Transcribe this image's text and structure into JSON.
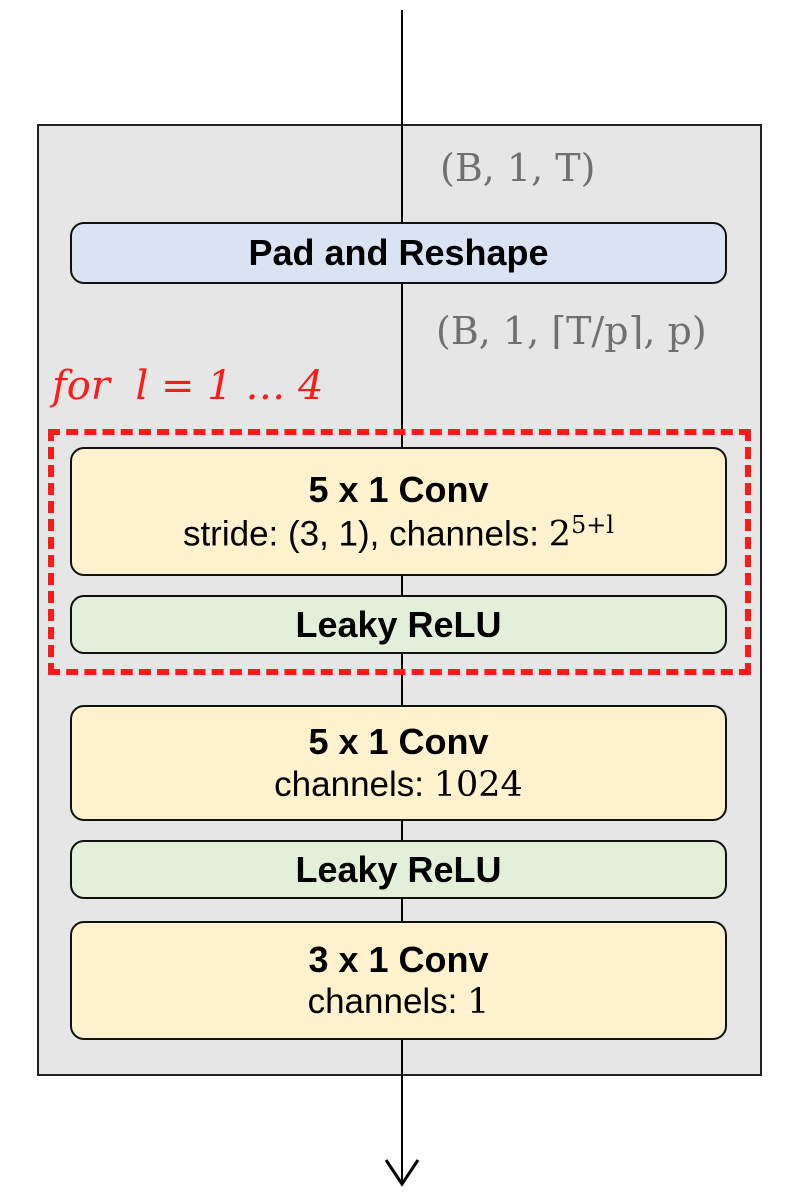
{
  "diagram": {
    "input_shape": "(B, 1, T)",
    "reshaped_shape": "(B, 1, ⌈T/p⌉, p)",
    "loop_label": "for  l = 1 … 4",
    "blocks": {
      "pad_reshape": {
        "label": "Pad and Reshape"
      },
      "conv_loop": {
        "title": "5 x 1  Conv",
        "detail_prefix": "stride: (3, 1), channels: ",
        "channels_base": "2",
        "channels_exponent": "5+l"
      },
      "relu_loop": {
        "label": "Leaky ReLU"
      },
      "conv_mid": {
        "title": "5 x 1  Conv",
        "detail_prefix": "channels: ",
        "channels_value": "1024"
      },
      "relu_mid": {
        "label": "Leaky ReLU"
      },
      "conv_out": {
        "title": "3 x 1  Conv",
        "detail_prefix": "channels: ",
        "channels_value": "1"
      }
    },
    "colors": {
      "pad_block": "#dae3f3",
      "conv_block": "#fff2cc",
      "relu_block": "#e2f0d9",
      "loop_border": "#ff1a1a",
      "shape_text": "#707070",
      "container": "#e6e6e6"
    }
  }
}
